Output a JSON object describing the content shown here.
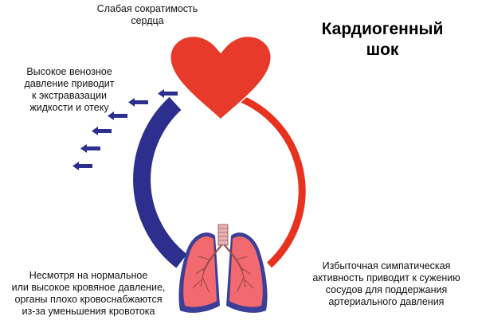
{
  "title": {
    "line1": "Кардиогенный",
    "line2": "шок"
  },
  "labels": {
    "heart": [
      "Слабая сократимость",
      "сердца"
    ],
    "venous": [
      "Высокое венозное",
      "давление приводит",
      "к экстравазации",
      "жидкости и отеку"
    ],
    "organs": [
      "Несмотря на нормальное",
      "или высокое кровяное давление,",
      "органы плохо кровоснабжаются",
      "из-за уменьшения кровотока"
    ],
    "sympathetic": [
      "Избыточная симпатическая",
      "активность приводит к сужению",
      "сосудов для поддержания",
      "артериального давления"
    ]
  },
  "icons": [
    "heart-icon",
    "lungs-icon",
    "arrow-left-icon"
  ],
  "colors": {
    "arterial": "#e8321e",
    "venous": "#2c2f8e",
    "heart": "#e83a2a",
    "lungs": "#f26a6f"
  }
}
